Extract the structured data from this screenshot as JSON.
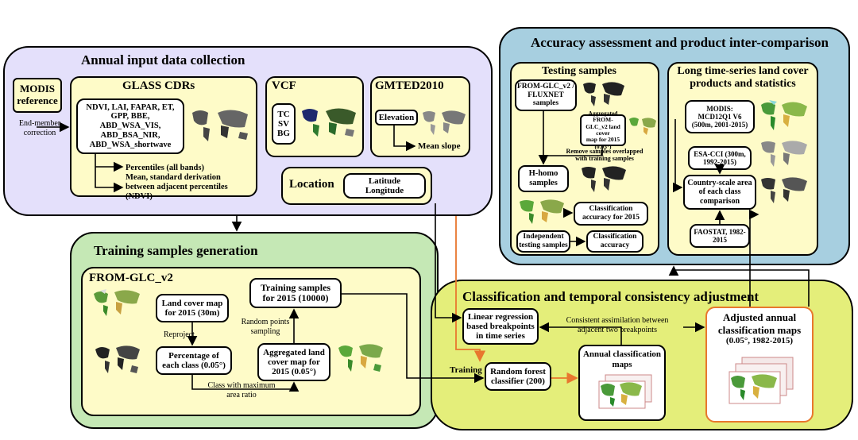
{
  "annual": {
    "title": "Annual input data collection",
    "modis_ref": "MODIS reference",
    "end_member": "End-member correction",
    "glass_title": "GLASS CDRs",
    "glass_vars": [
      "NDVI, LAI, FAPAR, ET,",
      "GPP, BBE,",
      "ABD_WSA_VIS,",
      "ABD_BSA_NIR,",
      "ABD_WSA_shortwave"
    ],
    "percentiles": [
      "Percentiles (all bands)",
      "Mean, standard derivation",
      "between adjacent percentiles",
      "(NDVI)"
    ],
    "vcf_title": "VCF",
    "vcf_items": [
      "TC",
      "SV",
      "BG"
    ],
    "gmted_title": "GMTED2010",
    "elevation": "Elevation",
    "mean_slope": "Mean slope",
    "location": "Location",
    "lat_lon": [
      "Latitude",
      "Longitude"
    ]
  },
  "training": {
    "title": "Training samples generation",
    "from_glc": "FROM-GLC_v2",
    "land_cover_map": [
      "Land cover map",
      "for 2015 (30m)"
    ],
    "reproject": "Reproject",
    "percentage": [
      "Percentage of",
      "each class (0.05°)"
    ],
    "class_max": [
      "Class with maximum",
      "area ratio"
    ],
    "aggregated": [
      "Aggregated land",
      "cover map for",
      "2015 (0.05°)"
    ],
    "random_points": [
      "Random points",
      "sampling"
    ],
    "training_samples": [
      "Training samples",
      "for 2015 (10000)"
    ]
  },
  "accuracy": {
    "title": "Accuracy assessment and product inter-comparison",
    "testing_title": "Testing samples",
    "from_glc_fluxnet": [
      "FROM-GLC_v2 /",
      "FLUXNET",
      "samples"
    ],
    "aggregated_from_glc": [
      "Aggregated FROM-",
      "GLC_v2 land cover",
      "map for 2015 (0.05°)"
    ],
    "remove_samples": [
      "Remove samples overlapped",
      "with training samples"
    ],
    "h_homo": [
      "H-homo",
      "samples"
    ],
    "class_acc_2015": [
      "Classification",
      "accuracy for 2015"
    ],
    "independent": [
      "Independent",
      "testing samples"
    ],
    "class_acc": [
      "Classification",
      "accuracy"
    ],
    "long_title": [
      "Long time-series land cover",
      "products and statistics"
    ],
    "modis_mcd": [
      "MODIS:",
      "MCD12Q1 V6",
      "(500m, 2001-2015)"
    ],
    "esa_cci": [
      "ESA-CCI (300m,",
      "1992-2015)"
    ],
    "country_scale": [
      "Country-scale area",
      "of each class",
      "comparison"
    ],
    "faostat": [
      "FAOSTAT, 1982-",
      "2015"
    ]
  },
  "classification": {
    "title": "Classification and temporal consistency adjustment",
    "linear_regression": [
      "Linear regression",
      "based breakpoints",
      "in time series"
    ],
    "consistent": [
      "Consistent assimilation between",
      "adjacent two breakpoints"
    ],
    "adjusted": [
      "Adjusted annual",
      "classification maps",
      "(0.05°, 1982-2015)"
    ],
    "annual_maps": [
      "Annual classification",
      "maps"
    ],
    "training_label": "Training",
    "random_forest": [
      "Random forest",
      "classifier (200)"
    ]
  },
  "colors": {
    "annual_bg": "#e4e0fb",
    "training_bg": "#c5e8b5",
    "accuracy_bg": "#a7cfe0",
    "classification_bg": "#e4ee7a",
    "subbox_bg": "#fefbc8",
    "orange": "#e8772e"
  }
}
